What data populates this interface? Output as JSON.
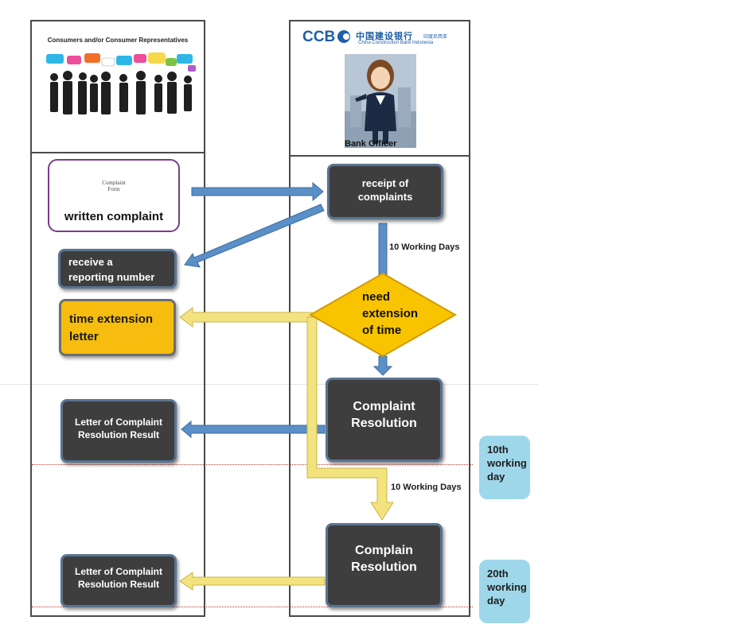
{
  "lanes": {
    "left_header": "Consumers and/or Consumer Representatives",
    "bank_logo_text": "CCB",
    "bank_logo_chinese": "中国建设银行",
    "bank_logo_chinese_small": "印度尼西亚",
    "bank_logo_subtext": "China Construction Bank Indonesia",
    "officer_label": "Bank Officer"
  },
  "nodes": {
    "complaint_form_line1": "Complaint",
    "complaint_form_line2": "Form",
    "written_complaint": "written complaint",
    "receipt_line1": "receipt of",
    "receipt_line2": "complaints",
    "reporting_line1": "receive a",
    "reporting_line2": "reporting number",
    "decision_line1": "need",
    "decision_line2": "extension",
    "decision_line3": "of time",
    "time_ext_line1": "time extension",
    "time_ext_line2": "letter",
    "resolution1_line1": "Complaint",
    "resolution1_line2": "Resolution",
    "letter1_line1": "Letter of Complaint",
    "letter1_line2": "Resolution Result",
    "resolution2_line1": "Complain",
    "resolution2_line2": "Resolution",
    "letter2_line1": "Letter of Complaint",
    "letter2_line2": "Resolution Result"
  },
  "edges": {
    "label1": "10 Working Days",
    "label2": "10 Working Days"
  },
  "badges": {
    "b1_line1": "10th",
    "b1_line2": "working",
    "b1_line3": "day",
    "b2_line1": "20th",
    "b2_line2": "working",
    "b2_line3": "day"
  },
  "colors": {
    "blue_arrow": "#5b8fc7",
    "yellow_arrow": "#f3e37e",
    "dark_box": "#3e3e3e",
    "time_box": "#f6bd0f",
    "decision": "#f8c400",
    "badge": "#9fd7ea"
  }
}
